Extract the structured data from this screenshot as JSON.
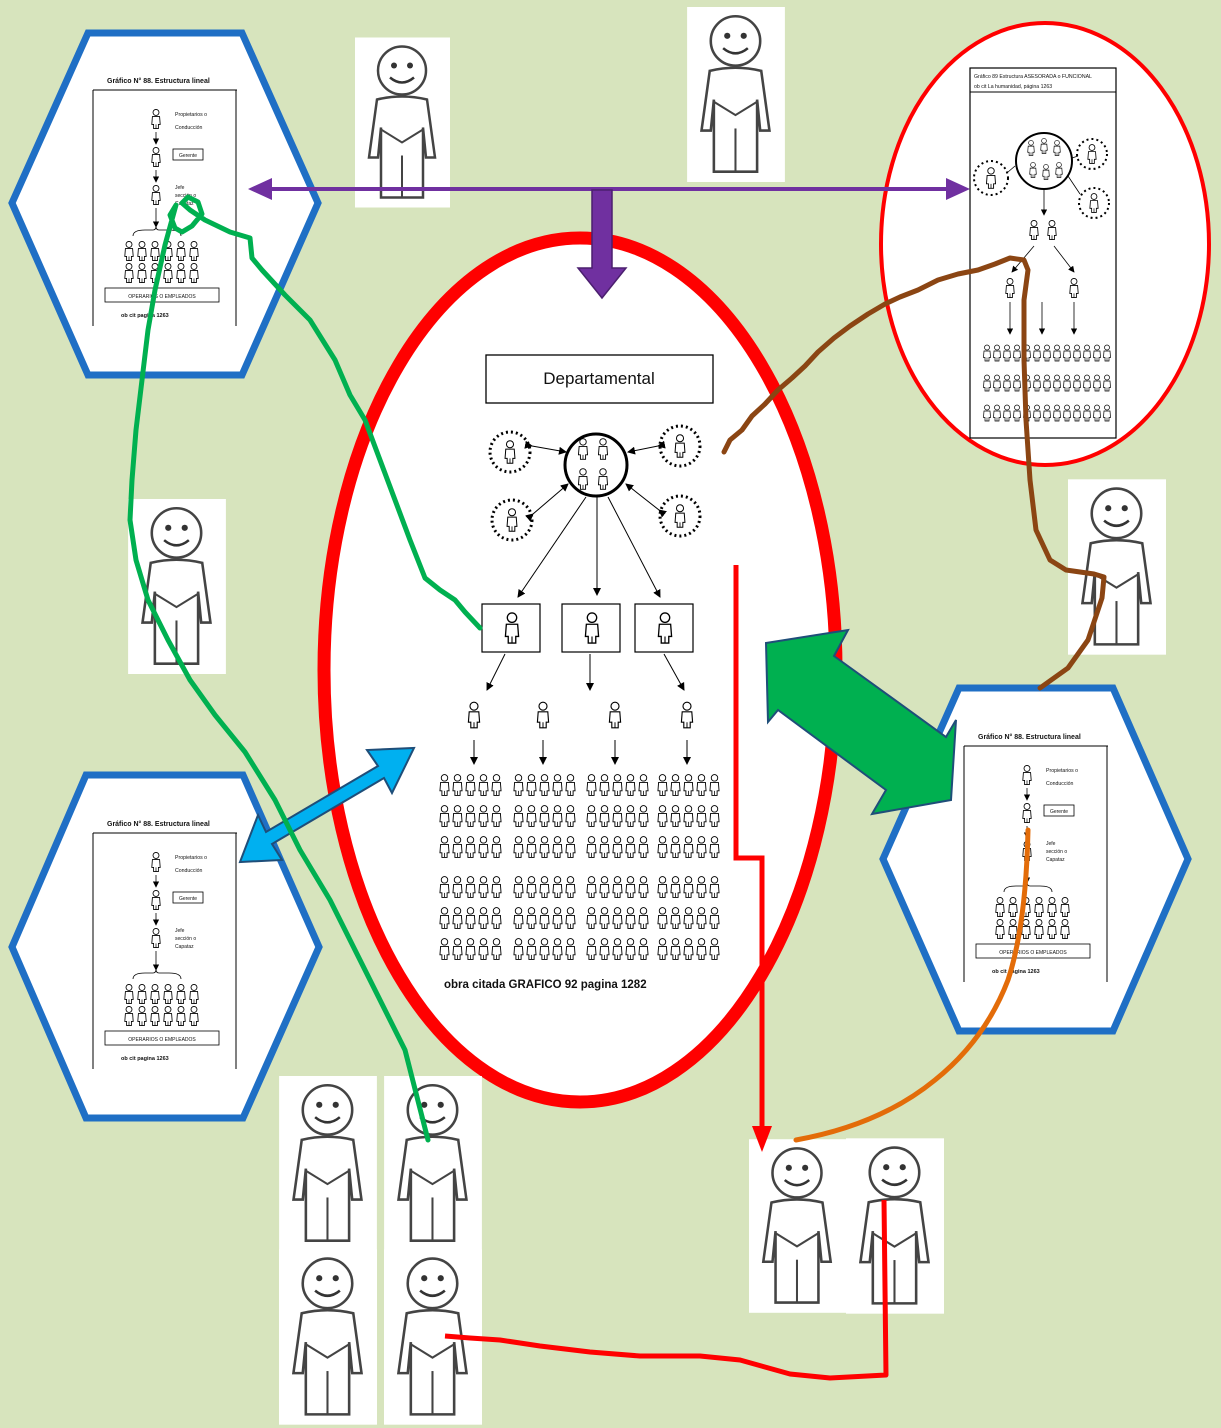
{
  "center_chart": {
    "title": "Departamental",
    "caption": "obra citada GRAFICO 92 pagina 1282"
  },
  "lineal_chart": {
    "title": "Gráfico N° 88.  Estructura    lineal",
    "owners_label_1": "Propietarios o",
    "owners_label_2": "Conducción",
    "manager_label": "Gerente",
    "chief_label_1": "Jefe",
    "chief_label_2": "sección o",
    "chief_label_3": "Capataz",
    "workers_label": "OPERARIOS O EMPLEADOS",
    "source": "ob cit  pagina 1263"
  },
  "staff_chart": {
    "title_1": "Gráfico 89            Estructura ASESORADA o FUNCIONAL",
    "title_2": "ob cit La humanidad, página 1263"
  },
  "colors": {
    "background": "#d7e4bd",
    "center_ellipse": "#ff0000",
    "hexagon_border": "#1f6fc5",
    "purple_arrow": "#7030a0",
    "green_line": "#00b050",
    "brown_line": "#8b4513",
    "orange_line": "#e36c09",
    "blue_arrow": "#00b0f0",
    "green_arrow": "#00b050"
  }
}
